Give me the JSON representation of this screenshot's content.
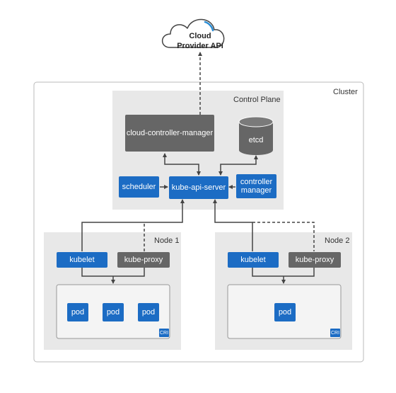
{
  "colors": {
    "blue_component": "#1c6cc4",
    "gray_component": "#666666",
    "region_fill": "#e8e8e8",
    "border": "#bbbbbb",
    "connector": "#444444"
  },
  "cloud": {
    "label_line1": "Cloud",
    "label_line2": "Provider API",
    "icon": "cloud-icon"
  },
  "cluster": {
    "label": "Cluster"
  },
  "control_plane": {
    "label": "Control Plane",
    "cloud_controller_manager": "cloud-controller-manager",
    "etcd": "etcd",
    "scheduler": "scheduler",
    "api_server": "kube-api-server",
    "controller_manager_line1": "controller",
    "controller_manager_line2": "manager"
  },
  "node1": {
    "label": "Node 1",
    "kubelet": "kubelet",
    "kube_proxy": "kube-proxy",
    "pods": [
      "pod",
      "pod",
      "pod"
    ],
    "cri": "CRI"
  },
  "node2": {
    "label": "Node 2",
    "kubelet": "kubelet",
    "kube_proxy": "kube-proxy",
    "pods": [
      "pod"
    ],
    "cri": "CRI"
  }
}
